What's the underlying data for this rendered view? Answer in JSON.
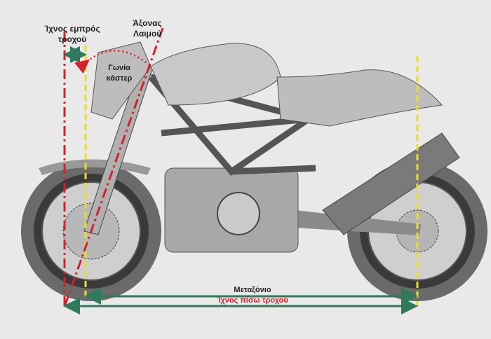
{
  "labels": {
    "front_trail": [
      "Ίχνος εμπρός",
      "τροχού"
    ],
    "steering_axis": [
      "Άξονας",
      "Λαιμού"
    ],
    "caster_angle": [
      "Γωνία",
      "κάστερ"
    ],
    "wheelbase": "Μεταξόνιο",
    "rear_trail": "Ίχνος πίσω τροχού"
  },
  "colors": {
    "red": "#d8202a",
    "yellow": "#e8e020",
    "green": "#2e7a5a",
    "background": "#e9e9e9"
  }
}
